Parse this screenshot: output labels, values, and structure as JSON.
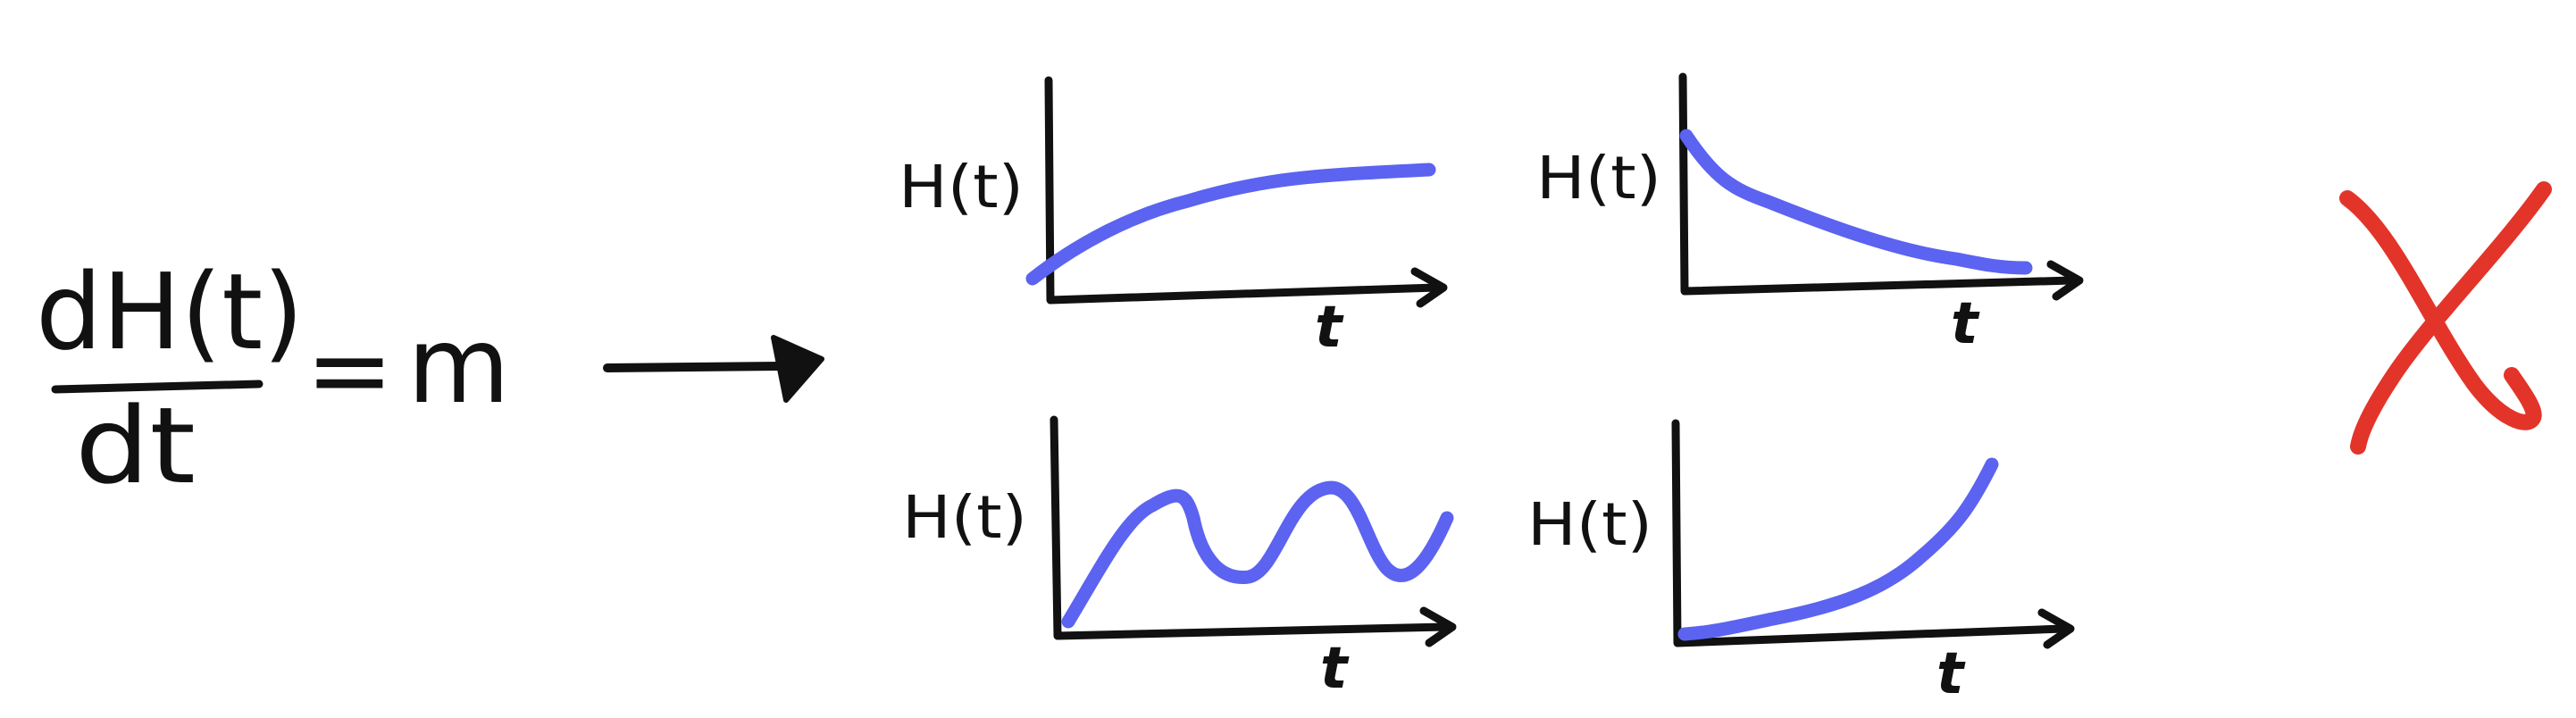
{
  "equation": {
    "numerator": "dH(t)",
    "denominator": "dt",
    "equals": "=",
    "rhs": "m"
  },
  "graphs": [
    {
      "y_label": "H(t)",
      "x_label": "t",
      "curve": "rising-saturating"
    },
    {
      "y_label": "H(t)",
      "x_label": "t",
      "curve": "decaying"
    },
    {
      "y_label": "H(t)",
      "x_label": "t",
      "curve": "oscillating"
    },
    {
      "y_label": "H(t)",
      "x_label": "t",
      "curve": "rising-accelerating"
    }
  ],
  "colors": {
    "ink": "#111111",
    "curve": "#5b63f0",
    "cross": "#e3342a"
  },
  "verdict_icon": "cross-icon"
}
